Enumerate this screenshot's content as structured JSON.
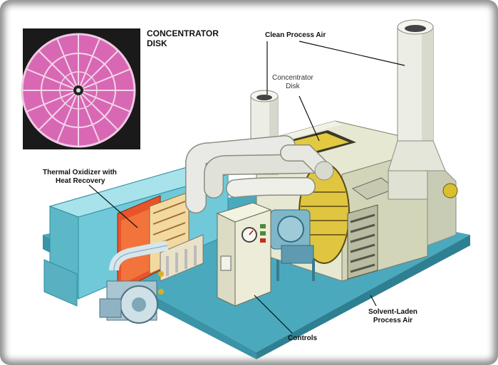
{
  "labels": {
    "concentrator_disk_inset_line1": "CONCENTRATOR",
    "concentrator_disk_inset_line2": "DISK",
    "clean_process_air": "Clean Process Air",
    "concentrator_disk_line1": "Concentrator",
    "concentrator_disk_line2": "Disk",
    "thermal_oxidizer_line1": "Thermal Oxidizer with",
    "thermal_oxidizer_line2": "Heat Recovery",
    "solvent_laden_line1": "Solvent-Laden",
    "solvent_laden_line2": "Process Air",
    "controls": "Controls"
  },
  "colors": {
    "disk": "#d868b4",
    "base": "#6fc9d8",
    "housing": "#e6e8d2",
    "duct": "#e9eae6",
    "oxidizer": "#e8542a",
    "blower": "#7fb6c8"
  }
}
